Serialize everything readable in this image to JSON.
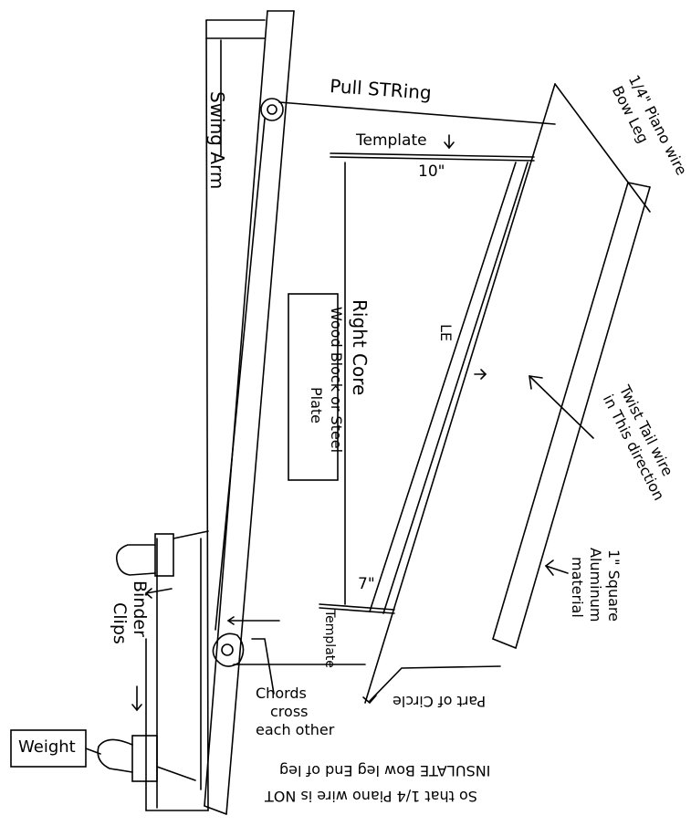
{
  "labels": {
    "pull_string": "Pull STRing",
    "template_top": "Template",
    "template_bottom": "Template",
    "ten_inch": "10\"",
    "seven_inch": "7\"",
    "swing_arm": "Swing Arm",
    "right_core": "Right Core",
    "wood_block_line1": "Wood Block or Steel",
    "wood_block_line2": "Plate",
    "le": "LE",
    "piano_wire_line1": "1/4\" Piano wire",
    "piano_wire_line2": "Bow Leg",
    "twist_line1": "Twist Tail wire",
    "twist_line2": "in This direction",
    "square_line1": "1\" Square",
    "square_line2": "Aluminum",
    "square_line3": "material",
    "binder_line1": "Binder",
    "binder_line2": "Clips",
    "chords_line1": "Chords",
    "chords_line2": "cross",
    "chords_line3": "each other",
    "weight": "Weight",
    "insulate_line1": "So that 1/4 Piano wire is NOT",
    "insulate_line2": "INSULATE Bow leg End of leg",
    "insulate_line3": "Part of Circle"
  }
}
